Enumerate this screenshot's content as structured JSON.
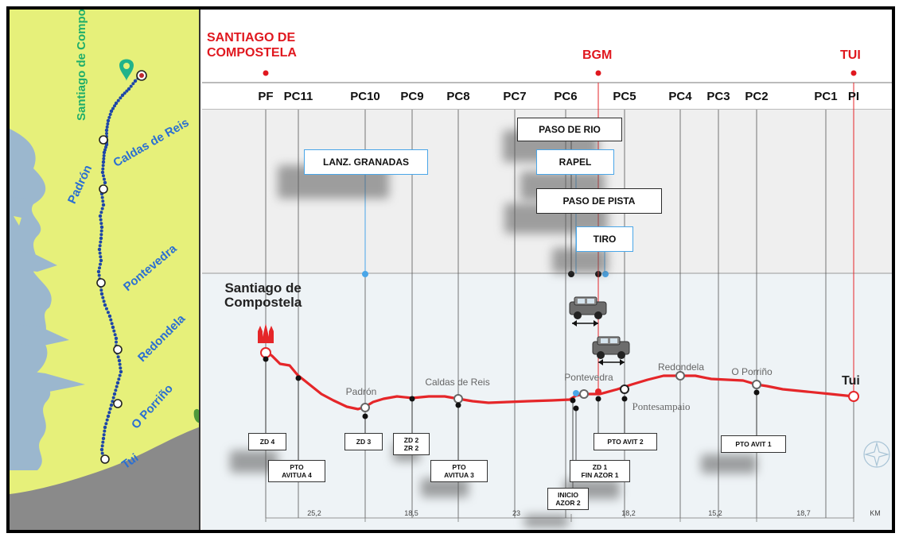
{
  "map": {
    "cities": [
      "Santiago de Compostela",
      "Padrón",
      "Caldas de Reis",
      "Pontevedra",
      "Redondela",
      "O Porriño",
      "Tui"
    ],
    "colors": {
      "land": "#e6f07a",
      "sea": "#9bb7ce",
      "route": "#1e47a8",
      "city_label": "#2a6fd2",
      "santiago_label": "#1fae6a"
    }
  },
  "diagram": {
    "top_places": {
      "start": "SANTIAGO DE COMPOSTELA",
      "middle": "BGM",
      "end": "TUI"
    },
    "checkpoints": [
      "PF",
      "PC11",
      "PC10",
      "PC9",
      "PC8",
      "PC7",
      "PC6",
      "PC5",
      "PC4",
      "PC3",
      "PC2",
      "PC1",
      "PI"
    ],
    "activities": [
      "PASO DE RIO",
      "LANZ. GRANADAS",
      "RAPEL",
      "PASO DE PISTA",
      "TIRO"
    ],
    "route_towns": {
      "santiago": "Santiago de\nCompostela",
      "padron": "Padrón",
      "caldas": "Caldas de Reis",
      "pontevedra": "Pontevedra",
      "redondela": "Redondela",
      "porrino": "O Porriño",
      "pontesampaio": "Pontesampaio",
      "tui": "Tui"
    },
    "events": {
      "zd4": "ZD 4",
      "pto_avitua4": "PTO\nAVITUA 4",
      "zd3": "ZD 3",
      "zd2": "ZD 2\nZR 2",
      "pto_avitua3": "PTO\nAVITUA 3",
      "inicio_azor2": "INICIO\nAZOR 2",
      "zd1": "ZD 1\nFIN AZOR 1",
      "pto_avit2": "PTO AVIT 2",
      "pto_avit1": "PTO AVIT 1"
    },
    "distances": [
      "25,2",
      "18,5",
      "23",
      "18,2",
      "15,2",
      "18,7"
    ],
    "km_unit": "KM",
    "colors": {
      "route": "#e52629",
      "top_label": "#e0181f",
      "activity_blue": "#4aa6e8",
      "upper_bg": "#efefef",
      "lower_bg": "#eef3f6"
    }
  }
}
